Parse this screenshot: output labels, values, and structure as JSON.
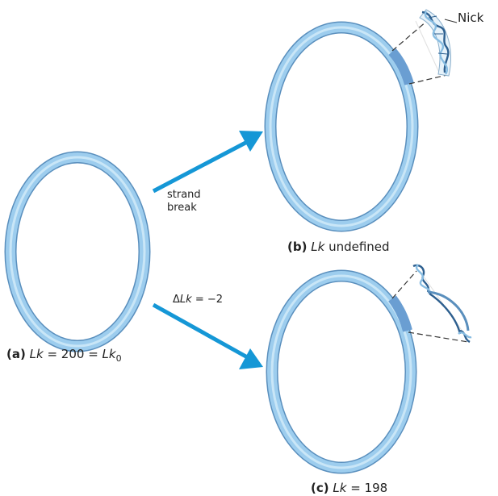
{
  "colors": {
    "ring_fill": "#9dcdee",
    "ring_stroke": "#5a8fbd",
    "arrow": "#1597d6",
    "nick_segment": "#6a9ed2",
    "helix_dark": "#2d5f8f",
    "helix_light": "#88bde2"
  },
  "labels": {
    "a_tag": "(a)",
    "a_lk": "Lk",
    "a_eq1": "= 200 =",
    "a_lk0": "Lk",
    "a_lk0_sub": "0",
    "b_tag": "(b)",
    "b_lk": "Lk",
    "b_text": "undefined",
    "c_tag": "(c)",
    "c_lk": "Lk",
    "c_eq": "= 198",
    "strand_line1": "strand",
    "strand_line2": "break",
    "delta_prefix": "Δ",
    "delta_lk": "Lk",
    "delta_eq": "= −2",
    "nick": "Nick"
  }
}
